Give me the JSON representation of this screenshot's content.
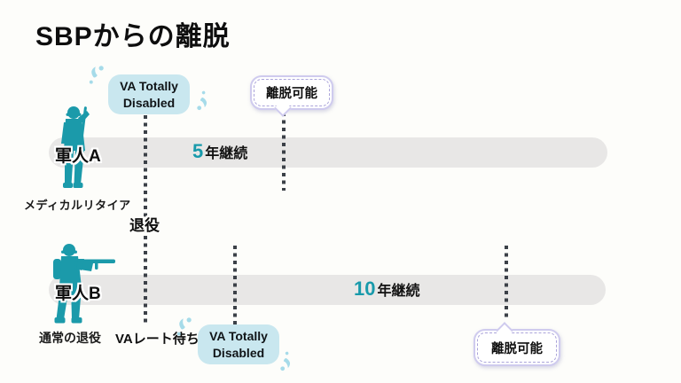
{
  "title": "SBPからの離脱",
  "colors": {
    "background": "#FDFDFA",
    "teal_accent": "#1B9AAA",
    "event_box_bg": "#C9E7EF",
    "splash": "#A6DBE9",
    "timeline_bar": "#E8E7E6",
    "dotted_line": "#3C4148",
    "bubble_border": "#CFCBEE",
    "bubble_dash": "#ABA4DA",
    "text": "#0E0E0E"
  },
  "row_a": {
    "actor_label": "軍人A",
    "actor_caption": "メディカルリタイア",
    "actor_icon": "soldier-saluting-icon",
    "event_box_line1": "VA Totally",
    "event_box_line2": "Disabled",
    "bubble_label": "離脱可能",
    "milestone_label": "退役",
    "duration_number": "5",
    "duration_unit": "年継続"
  },
  "row_b": {
    "actor_label": "軍人B",
    "actor_caption": "通常の退役",
    "actor_icon": "soldier-rifle-icon",
    "wait_label": "VAレート待ち",
    "event_box_line1": "VA Totally",
    "event_box_line2": "Disabled",
    "bubble_label": "離脱可能",
    "duration_number": "10",
    "duration_unit": "年継続"
  }
}
